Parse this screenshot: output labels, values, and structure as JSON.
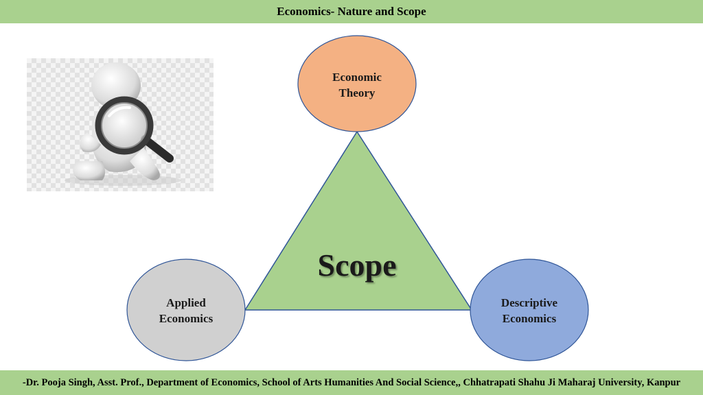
{
  "header": {
    "title": "Economics- Nature and Scope"
  },
  "diagram": {
    "center_label": "Scope",
    "nodes": [
      {
        "label_line1": "Economic",
        "label_line2": "Theory",
        "color": "#f4b183"
      },
      {
        "label_line1": "Applied",
        "label_line2": "Economics",
        "color": "#d0d0d0"
      },
      {
        "label_line1": "Descriptive",
        "label_line2": "Economics",
        "color": "#8faadc"
      }
    ],
    "triangle_color": "#a9d18e",
    "outline_color": "#2f5597"
  },
  "image": {
    "icon": "magnifying-glass-person-icon"
  },
  "footer": {
    "text": "-Dr. Pooja Singh, Asst. Prof., Department of Economics, School of Arts Humanities And Social Science,, Chhatrapati Shahu Ji Maharaj University, Kanpur"
  }
}
